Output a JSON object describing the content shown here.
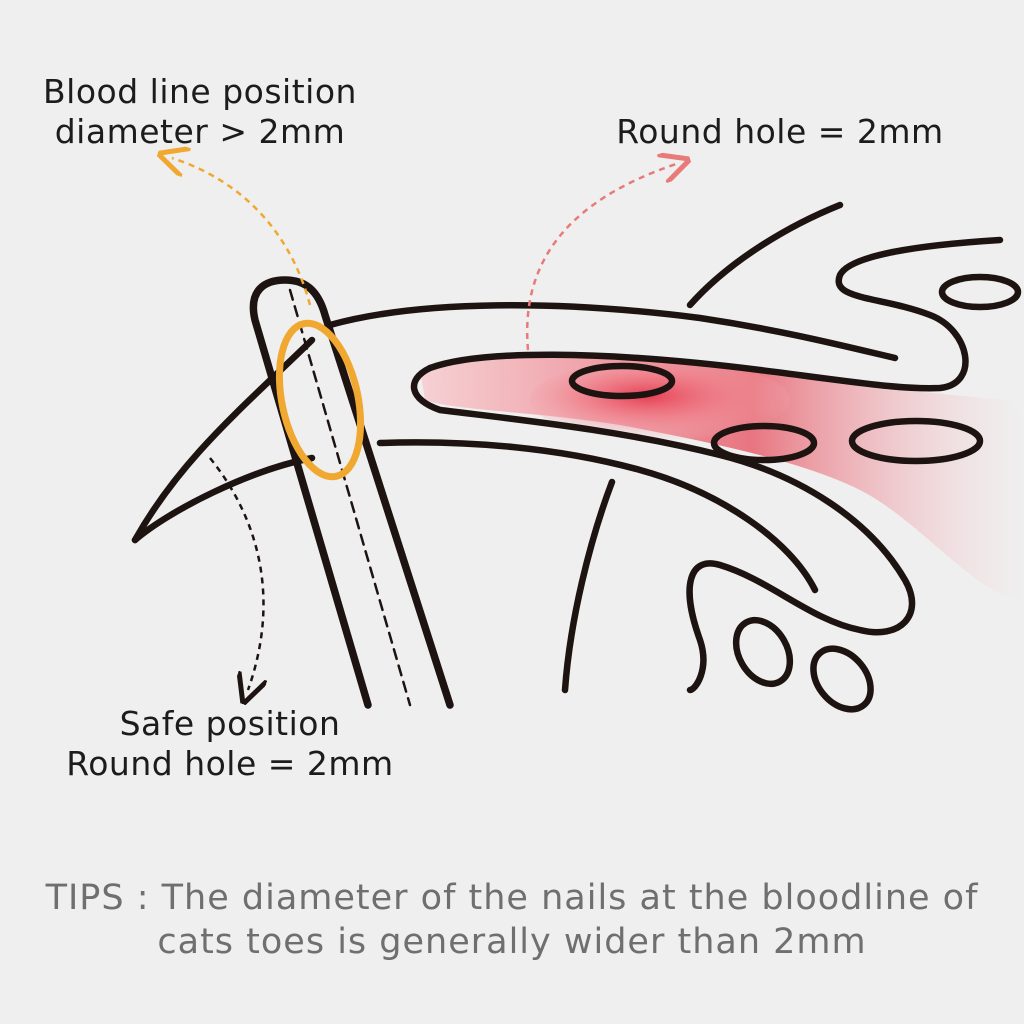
{
  "labels": {
    "blood_line": {
      "line1": "Blood line position",
      "line2": "diameter > 2mm"
    },
    "round_hole": {
      "line1": "Round hole = 2mm"
    },
    "safe_position": {
      "line1": "Safe position",
      "line2": "Round hole = 2mm"
    }
  },
  "tips": {
    "line1": "TIPS : The diameter of the nails at the bloodline of",
    "line2": "cats toes is generally wider than 2mm"
  },
  "colors": {
    "background": "#efefef",
    "outline": "#1d1411",
    "blood_ring": "#f0a830",
    "blood_arrow": "#f0a830",
    "hole_arrow": "#e87a7a",
    "quick_gradient": "#e63a4e",
    "safe_arrow": "#1d1411",
    "tips_text": "#6f6f6f"
  },
  "icons": {
    "nail_clipper_slot": "clipper-slot-icon",
    "claw": "claw-icon"
  }
}
